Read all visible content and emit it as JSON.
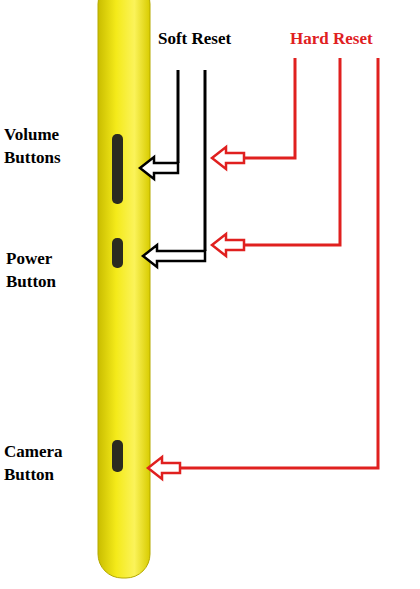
{
  "diagram": {
    "labels": [
      "Soft Reset",
      "Hard Reset",
      "Volume Buttons",
      "Power Button",
      "Camera Button"
    ]
  }
}
